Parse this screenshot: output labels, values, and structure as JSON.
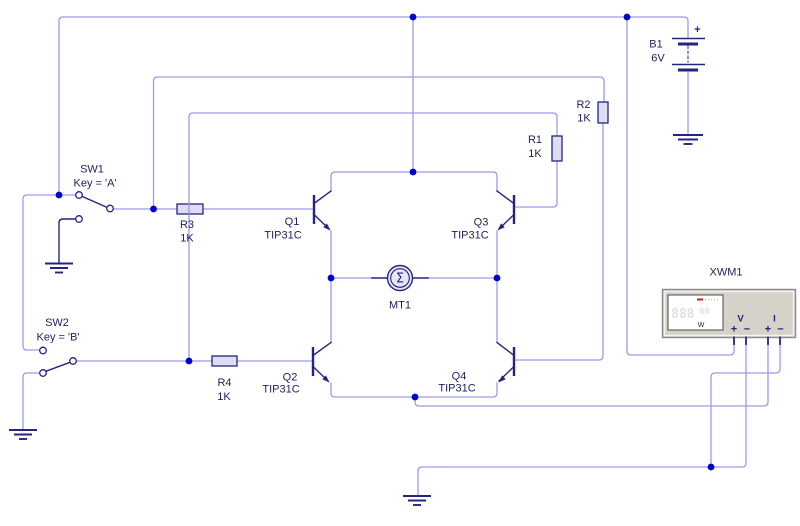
{
  "colors": {
    "canvas": "#ffffff",
    "wire": "#9a9aee",
    "component": "#25257c",
    "junction": "#0000cc",
    "text": "#1f1f5f",
    "resistor-fill": "#dcdcf2",
    "motor-fill": "#e6e6f8",
    "meter-face": "#d5d2c9",
    "meter-border": "#8f8f8f",
    "display-bg": "#ffffff",
    "display-digits": "#e2e2e2",
    "display-accent": "#cc2222"
  },
  "components": {
    "sw1": {
      "ref": "SW1",
      "key": "Key = 'A'"
    },
    "sw2": {
      "ref": "SW2",
      "key": "Key = 'B'"
    },
    "r1": {
      "ref": "R1",
      "value": "1K"
    },
    "r2": {
      "ref": "R2",
      "value": "1K"
    },
    "r3": {
      "ref": "R3",
      "value": "1K"
    },
    "r4": {
      "ref": "R4",
      "value": "1K"
    },
    "q1": {
      "ref": "Q1",
      "part": "TIP31C"
    },
    "q2": {
      "ref": "Q2",
      "part": "TIP31C"
    },
    "q3": {
      "ref": "Q3",
      "part": "TIP31C"
    },
    "q4": {
      "ref": "Q4",
      "part": "TIP31C"
    },
    "b1": {
      "ref": "B1",
      "value": "6V",
      "polarity": "+"
    },
    "mt1": {
      "ref": "MT1",
      "symbol": "Σ"
    },
    "xwm1": {
      "ref": "XWM1",
      "digits": "888",
      "digits_small": "88",
      "unit": "W",
      "voltage": "V",
      "current": "I",
      "v_plus": "+",
      "v_minus": "−",
      "i_plus": "+",
      "i_minus": "−"
    }
  }
}
